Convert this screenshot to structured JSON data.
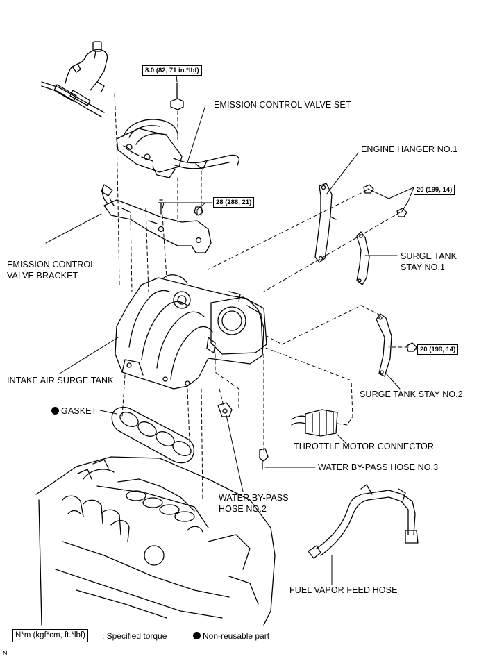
{
  "labels": {
    "emission_control_valve_set": "EMISSION CONTROL VALVE SET",
    "engine_hanger": "ENGINE HANGER NO.1",
    "surge_tank_stay_1_line1": "SURGE TANK",
    "surge_tank_stay_1_line2": "STAY NO.1",
    "emission_bracket_line1": "EMISSION CONTROL",
    "emission_bracket_line2": "VALVE BRACKET",
    "intake_air_surge_tank": "INTAKE AIR SURGE TANK",
    "surge_tank_stay_2": "SURGE TANK STAY NO.2",
    "gasket": "GASKET",
    "throttle_motor_connector": "THROTTLE MOTOR CONNECTOR",
    "water_bypass_hose_3": "WATER BY-PASS HOSE NO.3",
    "water_bypass_hose_2_line1": "WATER BY-PASS",
    "water_bypass_hose_2_line2": "HOSE NO.2",
    "fuel_vapor_feed_hose": "FUEL VAPOR FEED HOSE"
  },
  "torques": {
    "nut_top": "8.0 (82, 71 in.*lbf)",
    "bracket": "28 (286, 21)",
    "hanger_stay1": "20 (199, 14)",
    "stay2": "20 (199, 14)"
  },
  "legend": {
    "torque_unit": "N*m (kgf*cm, ft.*lbf)",
    "torque_desc": ": Specified torque",
    "nonreusable": "Non-reusable part"
  },
  "corner_mark": "N"
}
